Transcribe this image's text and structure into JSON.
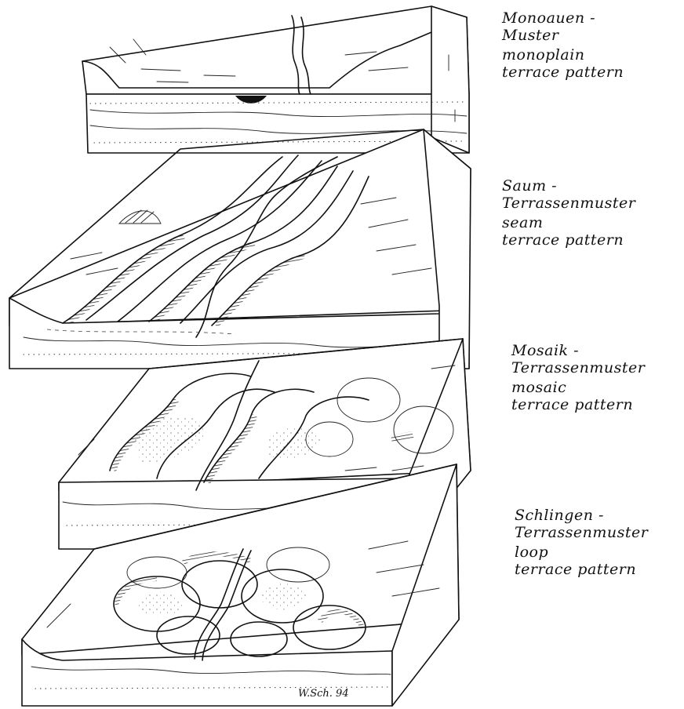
{
  "panels": [
    {
      "de_line1": "Monoauen -",
      "de_line2": "Muster",
      "en_line1": "monoplain",
      "en_line2": "terrace pattern"
    },
    {
      "de_line1": "Saum -",
      "de_line2": "Terrassenmuster",
      "en_line1": "seam",
      "en_line2": "terrace pattern"
    },
    {
      "de_line1": "Mosaik -",
      "de_line2": "Terrassenmuster",
      "en_line1": "mosaic",
      "en_line2": "terrace pattern"
    },
    {
      "de_line1": "Schlingen -",
      "de_line2": "Terrassenmuster",
      "en_line1": "loop",
      "en_line2": "terrace pattern"
    }
  ],
  "signature": "W.Sch. 94",
  "colors": {
    "ink": "#111111",
    "paper": "#ffffff"
  }
}
